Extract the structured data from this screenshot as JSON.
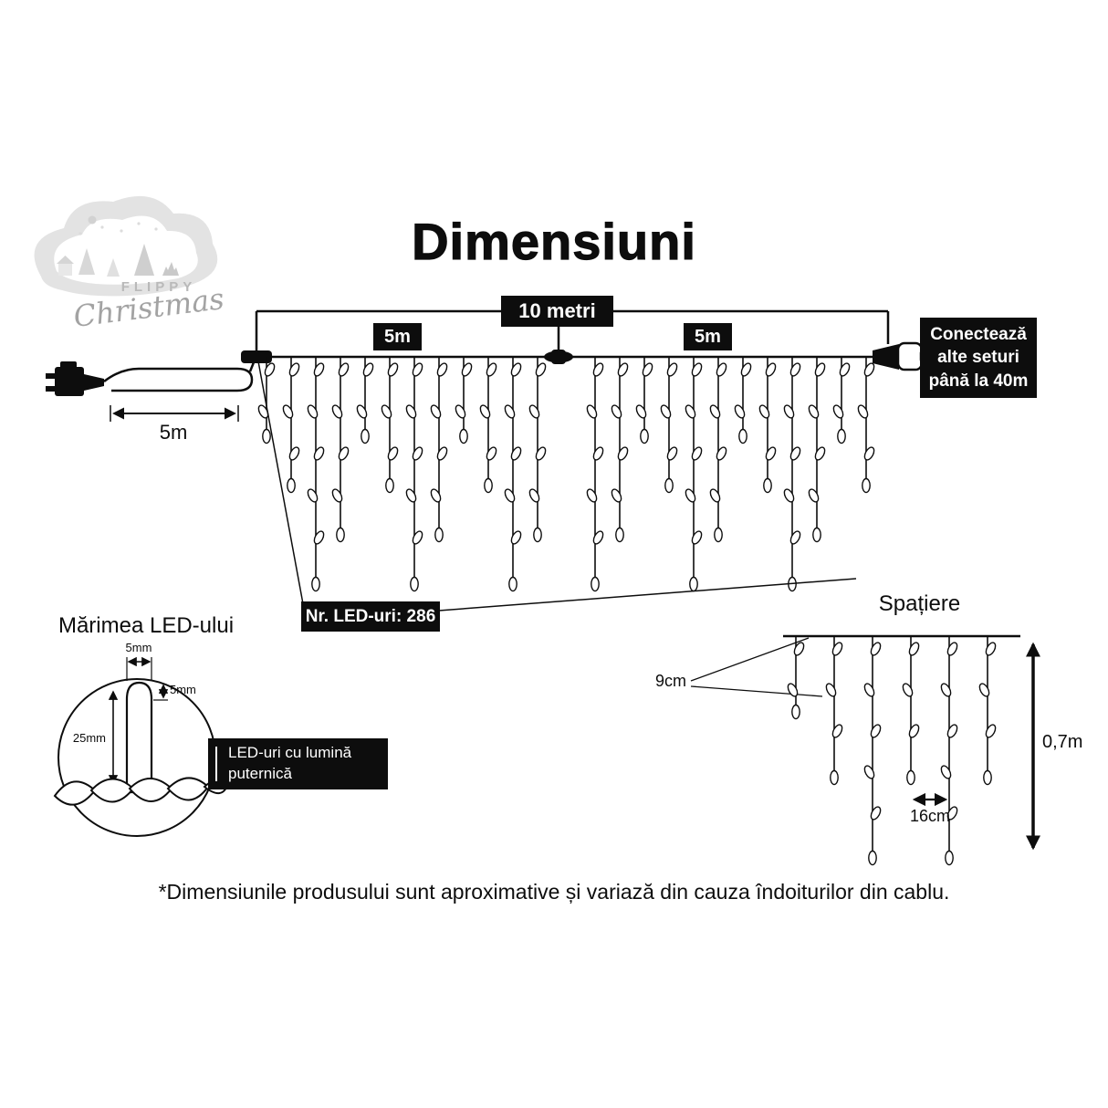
{
  "title": "Dimensiuni",
  "logo": {
    "brand": "FLIPPY",
    "script": "Christmas"
  },
  "curtain": {
    "total_length": "10 metri",
    "segment_left": "5m",
    "segment_right": "5m",
    "lead_length": "5m",
    "connector_note": [
      "Conectează",
      "alte seturi",
      "până la 40m"
    ],
    "led_count_label": "Nr. LED-uri: 286"
  },
  "led_size": {
    "title": "Mărimea LED-ului",
    "width": "5mm",
    "cap_height": "5mm",
    "body_height": "25mm",
    "note": [
      "LED-uri cu lumină",
      "puternică"
    ]
  },
  "spacing": {
    "title": "Spațiere",
    "vertical_gap": "9cm",
    "horizontal_gap": "16cm",
    "height": "0,7m"
  },
  "footer": {
    "disclaimer": "*Dimensiunile produsului sunt aproximative și variază din cauza îndoiturilor din cablu."
  },
  "colors": {
    "label_bg": "#0d0d0d",
    "label_text": "#ffffff",
    "line": "#0d0d0d"
  }
}
